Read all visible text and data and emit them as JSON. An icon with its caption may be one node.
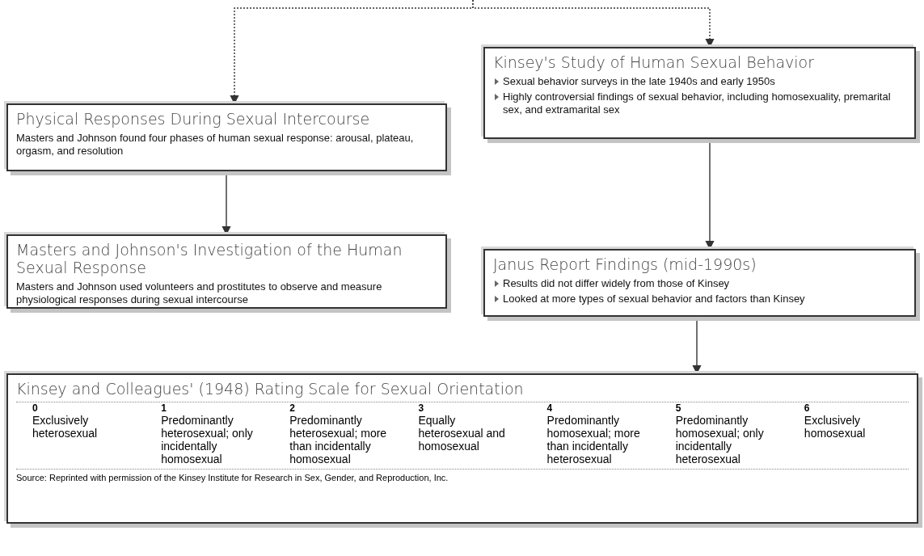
{
  "diagram": {
    "nodes": [
      {
        "text": [
          "Physical Responses During Sexual Intercourse",
          "Masters and Johnson found four phases of human sexual response: arousal, plateau, orgasm, and resolution"
        ]
      },
      {
        "text": [
          "Masters and Johnson's Investigation of the Human Sexual Response",
          "Masters and Johnson used volunteers and prostitutes to observe and measure physiological responses during sexual intercourse"
        ]
      },
      {
        "text": [
          "Kinsey's Study of Human Sexual Behavior",
          "Sexual behavior surveys in the late 1940s and early 1950s",
          "Highly controversial findings of sexual behavior, including homosexuality, premarital sex, and extramarital sex"
        ]
      },
      {
        "text": [
          "Janus Report Findings (mid-1990s)",
          "Results did not differ widely from those of Kinsey",
          "Looked at more types of sexual behavior and factors than Kinsey"
        ]
      },
      {
        "text": [
          "Kinsey and Colleagues' (1948) Rating Scale for Sexual Orientation",
          "0",
          "Exclusively heterosexual",
          "1",
          "Predominantly heterosexual; only incidentally homosexual",
          "2",
          "Predominantly heterosexual; more than incidentally homosexual",
          "3",
          "Equally heterosexual and homosexual",
          "4",
          "Predominantly homosexual; more than incidentally heterosexual",
          "5",
          "Predominantly homosexual; only incidentally heterosexual",
          "6",
          "Exclusively homosexual",
          "Source: Reprinted with permission of the Kinsey Institute for Research in Sex, Gender, and Reproduction, Inc."
        ]
      }
    ],
    "edges": [
      {
        "from": null,
        "to": 0,
        "arrow": "to",
        "style": "dashed"
      },
      {
        "from": null,
        "to": 2,
        "arrow": "to",
        "style": "dashed"
      },
      {
        "from": 0,
        "to": 1,
        "arrow": "to"
      },
      {
        "from": 2,
        "to": 3,
        "arrow": "to"
      },
      {
        "from": 3,
        "to": 4,
        "arrow": "to"
      }
    ]
  }
}
